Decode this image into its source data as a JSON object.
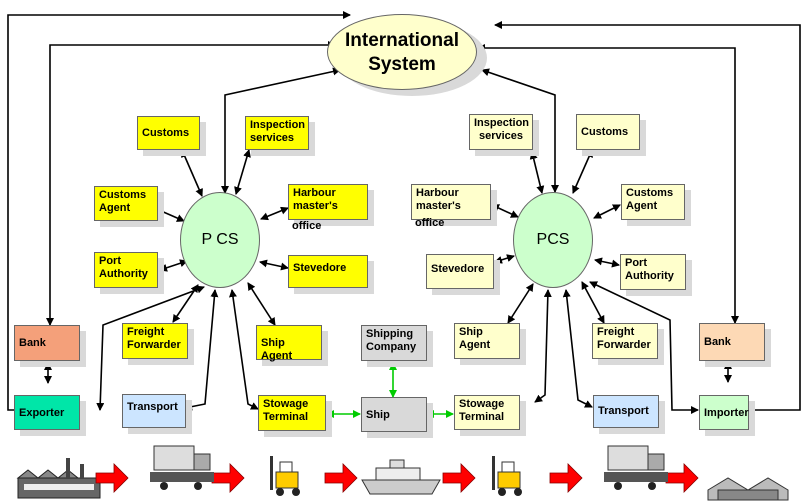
{
  "international_system": {
    "line1": "International",
    "line2": "System"
  },
  "pcs_left": "P CS",
  "pcs_right": "PCS",
  "left": {
    "customs": "Customs",
    "inspection": [
      "Inspection",
      "services"
    ],
    "customs_agent": [
      "Customs",
      "Agent"
    ],
    "harbour": [
      "Harbour",
      "master's",
      "office"
    ],
    "port_authority": [
      "Port",
      "Authority"
    ],
    "stevedore": "Stevedore",
    "freight_forwarder": [
      "Freight",
      "Forwarder"
    ],
    "ship_agent": "Ship Agent",
    "bank": "Bank",
    "exporter": "Exporter",
    "transport": "Transport",
    "stowage_terminal": [
      "Stowage",
      "Terminal"
    ]
  },
  "center": {
    "shipping_company": [
      "Shipping",
      "Company"
    ],
    "ship": "Ship"
  },
  "right": {
    "inspection": [
      "Inspection",
      "services"
    ],
    "customs": "Customs",
    "harbour": [
      "Harbour",
      "master's",
      "office"
    ],
    "customs_agent": [
      "Customs",
      "Agent"
    ],
    "stevedore": "Stevedore",
    "port_authority": [
      "Port",
      "Authority"
    ],
    "ship_agent": [
      "Ship",
      "Agent"
    ],
    "freight_forwarder": [
      "Freight",
      "Forwarder"
    ],
    "bank": "Bank",
    "stowage_terminal": [
      "Stowage",
      "Terminal"
    ],
    "transport": "Transport",
    "importer": "Importer"
  },
  "flow_icons": [
    "factory-icon",
    "truck-icon",
    "forklift-icon",
    "ship-icon",
    "forklift-icon",
    "truck-icon",
    "warehouse-icon"
  ],
  "colors": {
    "yellow_box": "#ffff00",
    "pale_yellow_box": "#ffffcc",
    "pcs_green": "#ccffcc",
    "arrow_red": "#ff0000",
    "link_green": "#00cc00"
  }
}
